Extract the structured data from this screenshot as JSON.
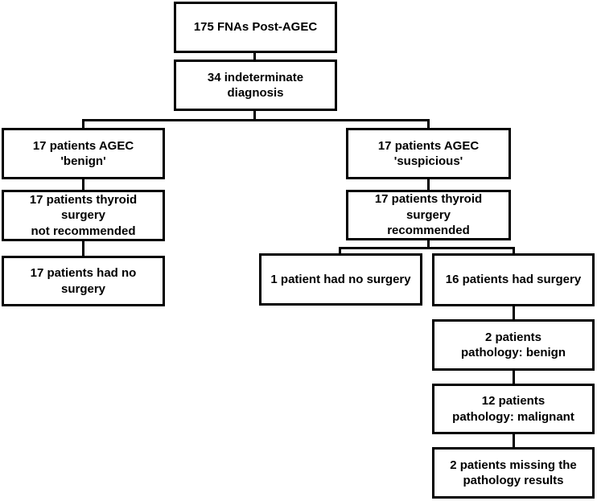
{
  "colors": {
    "line": "#000000",
    "box_border": "#000000",
    "box_background": "#ffffff",
    "text": "#000000",
    "page_background": "#ffffff"
  },
  "boxes": [
    {
      "id": "fnas-post-agec",
      "label": "175 FNAs Post-AGEC"
    },
    {
      "id": "indeterminate-diagnosis",
      "label": "34 indeterminate diagnosis"
    },
    {
      "id": "agec-benign",
      "label": "17 patients AGEC 'benign'"
    },
    {
      "id": "agec-suspicious",
      "label": "17 patients AGEC\n'suspicious'"
    },
    {
      "id": "surgery-not-recommended",
      "label": "17 patients thyroid surgery\nnot recommended"
    },
    {
      "id": "surgery-recommended",
      "label": "17 patients thyroid surgery\nrecommended"
    },
    {
      "id": "no-surgery-17",
      "label": "17 patients had no surgery"
    },
    {
      "id": "no-surgery-1",
      "label": "1 patient had no surgery"
    },
    {
      "id": "had-surgery-16",
      "label": "16 patients had surgery"
    },
    {
      "id": "pathology-benign",
      "label": "2 patients\npathology: benign"
    },
    {
      "id": "pathology-malignant",
      "label": "12 patients\npathology: malignant"
    },
    {
      "id": "pathology-missing",
      "label": "2 patients missing the\npathology results"
    }
  ],
  "edges": [
    {
      "from": "fnas-post-agec",
      "to": "indeterminate-diagnosis"
    },
    {
      "from": "indeterminate-diagnosis",
      "to": "agec-benign"
    },
    {
      "from": "indeterminate-diagnosis",
      "to": "agec-suspicious"
    },
    {
      "from": "agec-benign",
      "to": "surgery-not-recommended"
    },
    {
      "from": "surgery-not-recommended",
      "to": "no-surgery-17"
    },
    {
      "from": "agec-suspicious",
      "to": "surgery-recommended"
    },
    {
      "from": "surgery-recommended",
      "to": "no-surgery-1"
    },
    {
      "from": "surgery-recommended",
      "to": "had-surgery-16"
    },
    {
      "from": "had-surgery-16",
      "to": "pathology-benign"
    },
    {
      "from": "pathology-benign",
      "to": "pathology-malignant"
    },
    {
      "from": "pathology-malignant",
      "to": "pathology-missing"
    }
  ]
}
